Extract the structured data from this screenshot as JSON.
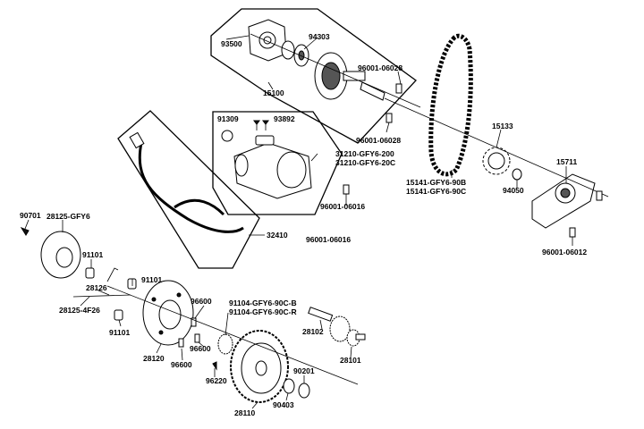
{
  "callouts": {
    "p93500": "93500",
    "p94303": "94303",
    "p15100": "15100",
    "p96001_06028a": "96001-06028",
    "p96001_06028b": "96001-06028",
    "p91309": "91309",
    "p93892": "93892",
    "p31210_200": "31210-GFY6-200",
    "p31210_20c": "31210-GFY6-20C",
    "p96001_06016a": "96001-06016",
    "p96001_06016b": "96001-06016",
    "p15133": "15133",
    "p15141_90b": "15141-GFY6-90B",
    "p15141_90c": "15141-GFY6-90C",
    "p94050": "94050",
    "p15711": "15711",
    "p96001_06012": "96001-06012",
    "p32410": "32410",
    "p90701": "90701",
    "p28125_gfy6": "28125-GFY6",
    "p91101a": "91101",
    "p91101b": "91101",
    "p91101c": "91101",
    "p28126": "28126",
    "p28125_4f26": "28125-4F26",
    "p28120": "28120",
    "p96600a": "96600",
    "p96600b": "96600",
    "p96600c": "96600",
    "p91104_90cb": "91104-GFY6-90C-B",
    "p91104_90cr": "91104-GFY6-90C-R",
    "p96220": "96220",
    "p28102": "28102",
    "p28101": "28101",
    "p28110": "28110",
    "p90201": "90201",
    "p90403": "90403"
  }
}
